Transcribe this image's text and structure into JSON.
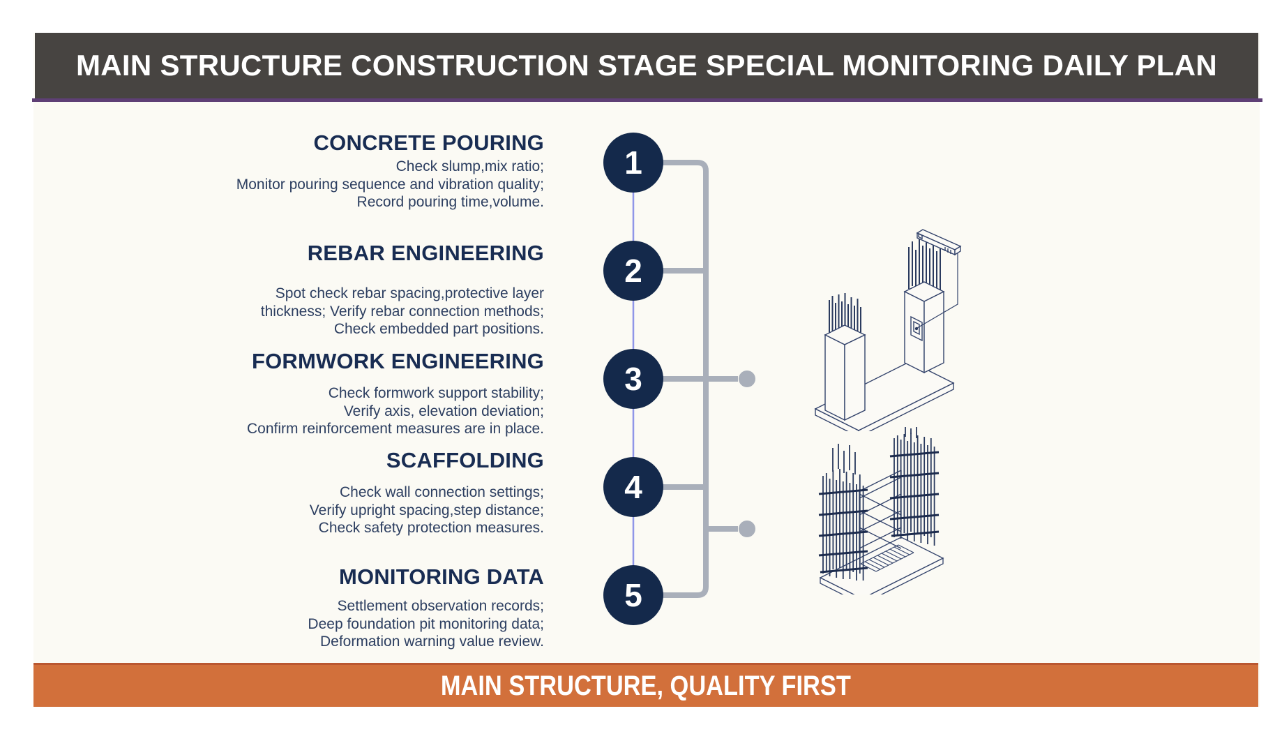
{
  "slide": {
    "title": "MAIN STRUCTURE CONSTRUCTION STAGE SPECIAL MONITORING DAILY PLAN",
    "footer_banner": "MAIN STRUCTURE, QUALITY FIRST"
  },
  "stages": [
    {
      "number": "1",
      "title": "CONCRETE POURING",
      "lines": [
        "Check slump,mix ratio;",
        "Monitor pouring sequence and vibration quality;",
        "Record pouring time,volume."
      ]
    },
    {
      "number": "2",
      "title": "REBAR ENGINEERING",
      "lines": [
        "Spot check rebar spacing,protective layer",
        "thickness; Verify rebar connection methods;",
        "Check embedded part positions."
      ]
    },
    {
      "number": "3",
      "title": "FORMWORK ENGINEERING",
      "lines": [
        "Check formwork support stability;",
        "Verify axis, elevation deviation;",
        "Confirm reinforcement measures are in place."
      ]
    },
    {
      "number": "4",
      "title": "SCAFFOLDING",
      "lines": [
        "Check wall connection settings;",
        "Verify upright spacing,step distance;",
        "Check safety protection measures."
      ]
    },
    {
      "number": "5",
      "title": "MONITORING DATA",
      "lines": [
        "Settlement observation records;",
        "Deep foundation pit monitoring data;",
        "Deformation warning value review."
      ]
    }
  ],
  "colors": {
    "title_bar": "#474441",
    "title_underline_purple": "#5E3F75",
    "accent_orange": "#D2703B",
    "circle_navy": "#14294B",
    "heading_navy": "#182C52",
    "body_navy": "#2C3E60",
    "connector_gray": "#A9AFBA",
    "timeline_lavender": "#8F96E8",
    "panel_background": "#FBFAF4"
  },
  "illustrations": [
    {
      "name": "rebar-columns-with-survey-device"
    },
    {
      "name": "rebar-cage-with-scaffold-grid"
    }
  ]
}
